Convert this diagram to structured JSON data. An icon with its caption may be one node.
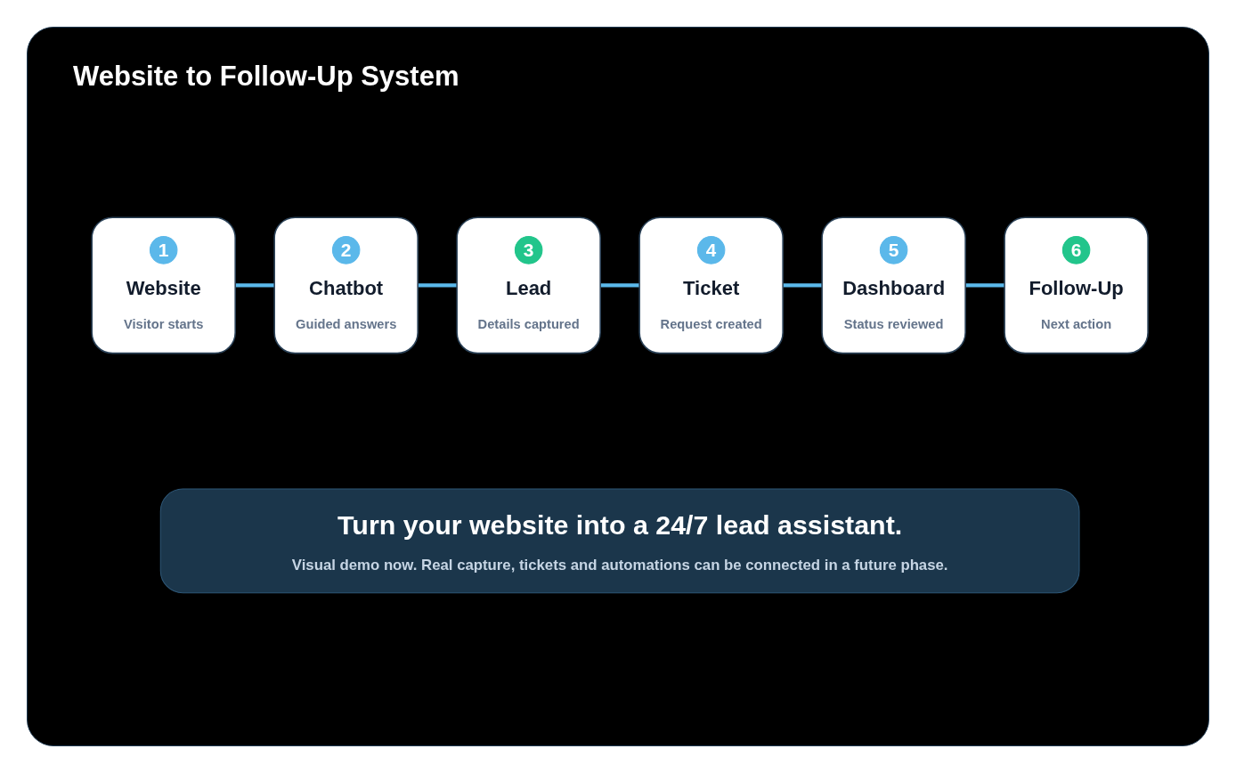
{
  "diagram": {
    "title": "Website to Follow-Up System",
    "nodes": [
      {
        "text": [
          "Website",
          "Visitor starts"
        ]
      },
      {
        "text": [
          "1"
        ],
        "in": 0
      },
      {
        "text": [
          "Chatbot",
          "Guided answers"
        ]
      },
      {
        "text": [
          "2"
        ],
        "in": 2
      },
      {
        "text": [
          "Lead",
          "Details captured"
        ]
      },
      {
        "text": [
          "3"
        ],
        "in": 4
      },
      {
        "text": [
          "Ticket",
          "Request created"
        ]
      },
      {
        "text": [
          "4"
        ],
        "in": 6
      },
      {
        "text": [
          "Dashboard",
          "Status reviewed"
        ]
      },
      {
        "text": [
          "5"
        ],
        "in": 8
      },
      {
        "text": [
          "Follow-Up",
          "Next action"
        ]
      },
      {
        "text": [
          "6"
        ],
        "in": 10
      },
      {
        "text": [
          "Turn your website into a 24/7 lead assistant.",
          "Visual demo now. Real capture, tickets and automations can be connected in a future phase."
        ]
      }
    ],
    "edges": [
      {
        "from": 0,
        "to": 2,
        "arrow": "none"
      },
      {
        "from": 2,
        "to": 4,
        "arrow": "none"
      },
      {
        "from": 4,
        "to": 6,
        "arrow": "none"
      },
      {
        "from": 6,
        "to": 8,
        "arrow": "none"
      },
      {
        "from": 8,
        "to": 10,
        "arrow": "none"
      }
    ]
  }
}
